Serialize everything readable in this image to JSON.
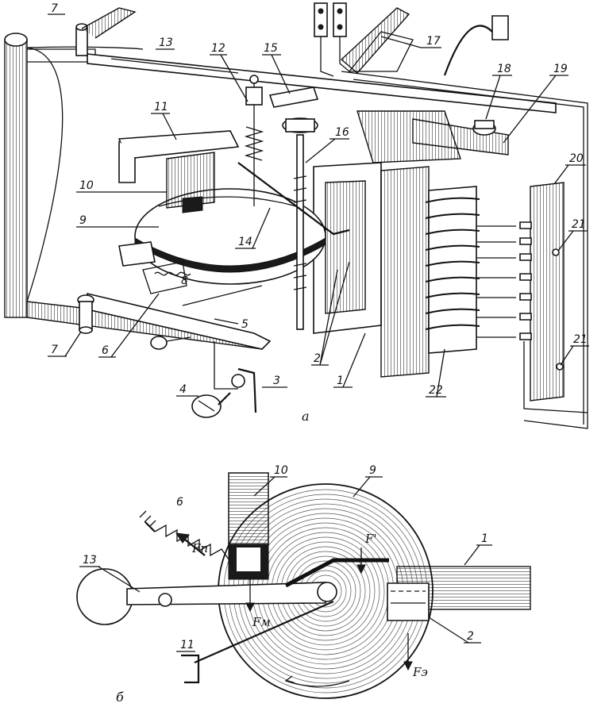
{
  "figure": {
    "caption_a": "а",
    "caption_b": "б"
  },
  "labels_a": {
    "p7_top": "7",
    "p13": "13",
    "p12": "12",
    "p15": "15",
    "p17": "17",
    "p18": "18",
    "p19": "19",
    "p11": "11",
    "p16": "16",
    "p10": "10",
    "p20": "20",
    "p9": "9",
    "p14": "14",
    "p21_top": "21",
    "p8": "8",
    "p5": "5",
    "p7_bottom": "7",
    "p6": "6",
    "p2": "2",
    "p21_bottom": "21",
    "p1": "1",
    "p22": "22",
    "p4": "4",
    "p3": "3"
  },
  "labels_b": {
    "p10": "10",
    "p9": "9",
    "p6": "6",
    "p13": "13",
    "p1": "1",
    "p2": "2",
    "p11": "11",
    "f_spring": "Fп",
    "f_prime": "F'",
    "f_magnet": "Fм",
    "f_electro": "Fэ"
  }
}
